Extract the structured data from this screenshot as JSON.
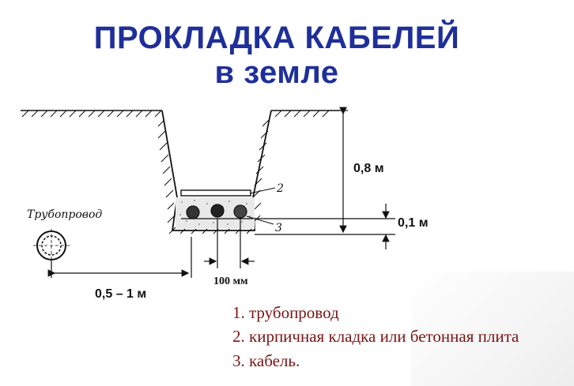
{
  "title": {
    "line1": "ПРОКЛАДКА КАБЕЛЕЙ",
    "line2": "в земле"
  },
  "labels": {
    "pipeline": "Трубопровод",
    "depth": "0,8 м",
    "layer": "0,1 м",
    "distance": "0,5 – 1 м",
    "spacing": "100 мм",
    "marker_2": "2",
    "marker_3": "3"
  },
  "legend": [
    "1. трубопровод",
    "2. кирпичная  кладка или бетонная плита",
    "3. кабель."
  ],
  "colors": {
    "title": "#1f2f9a",
    "legend": "#7a1414",
    "line": "#111111"
  }
}
